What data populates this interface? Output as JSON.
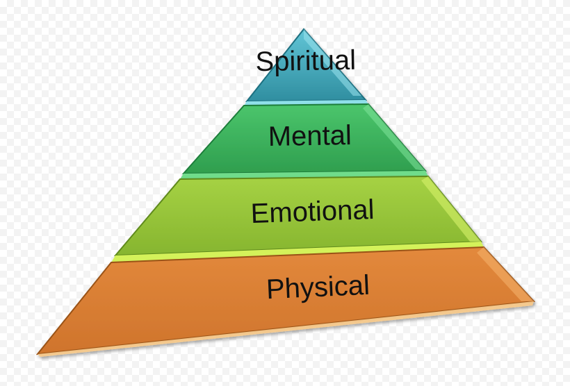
{
  "pyramid": {
    "tiers": [
      {
        "label": "Spiritual",
        "color": "#3a9fb0",
        "light": "#7fd3df",
        "dark": "#1d6f80"
      },
      {
        "label": "Mental",
        "color": "#36b35a",
        "light": "#7fe39a",
        "dark": "#1f7d3a"
      },
      {
        "label": "Emotional",
        "color": "#93c23a",
        "light": "#d7f26a",
        "dark": "#5f8a1d"
      },
      {
        "label": "Physical",
        "color": "#db7f35",
        "light": "#f5b46e",
        "dark": "#9a5218"
      }
    ]
  }
}
